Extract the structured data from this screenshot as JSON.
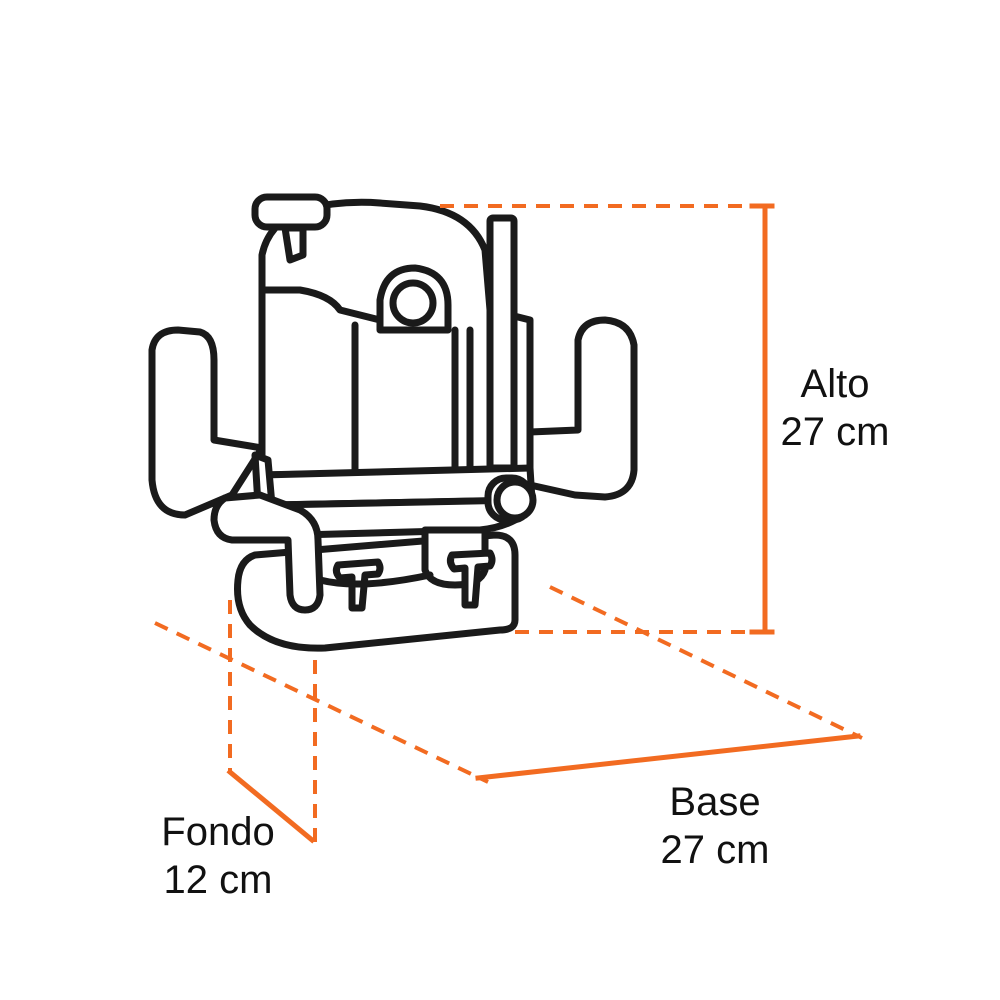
{
  "colors": {
    "dimension": "#f26b21",
    "outline": "#1a1a1a",
    "background": "#ffffff"
  },
  "dimensions": {
    "alto": {
      "label": "Alto",
      "value": "27 cm"
    },
    "base": {
      "label": "Base",
      "value": "27 cm"
    },
    "fondo": {
      "label": "Fondo",
      "value": "12 cm"
    }
  }
}
